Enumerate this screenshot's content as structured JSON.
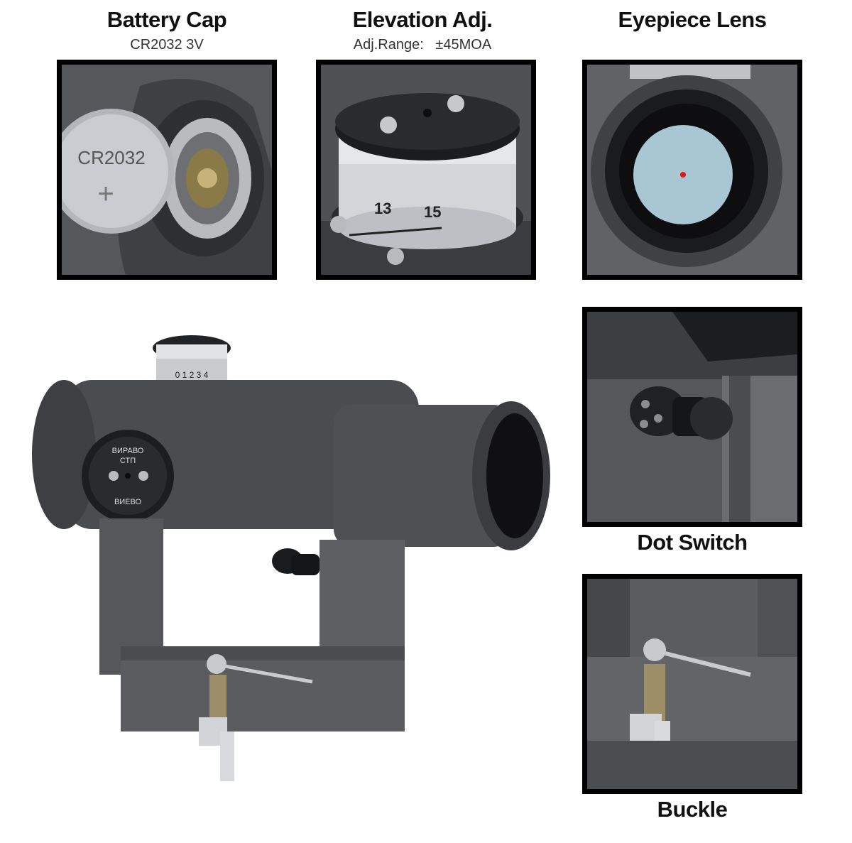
{
  "panels": {
    "battery": {
      "title": "Battery Cap",
      "subtitle": "CR2032 3V",
      "coin_text": "CR2032",
      "coin_mark": "+"
    },
    "elevation": {
      "title": "Elevation Adj.",
      "subtitle": "Adj.Range:   ±45MOA",
      "scale_a": "13",
      "scale_b": "15"
    },
    "eyepiece": {
      "title": "Eyepiece Lens"
    },
    "dot_switch": {
      "title": "Dot Switch"
    },
    "buckle": {
      "title": "Buckle"
    }
  },
  "main_scope": {
    "dial_line1": "ВИРАВО",
    "dial_line2": "СТП",
    "dial_line3": "ВИЕВО",
    "turret_scale": "0 1 2 3 4"
  },
  "colors": {
    "metal": "#4a4c50",
    "metal_dark": "#2b2c2f",
    "silver": "#cfd1d4",
    "reticle": "#e01818",
    "lens": "#a9c6d3"
  }
}
